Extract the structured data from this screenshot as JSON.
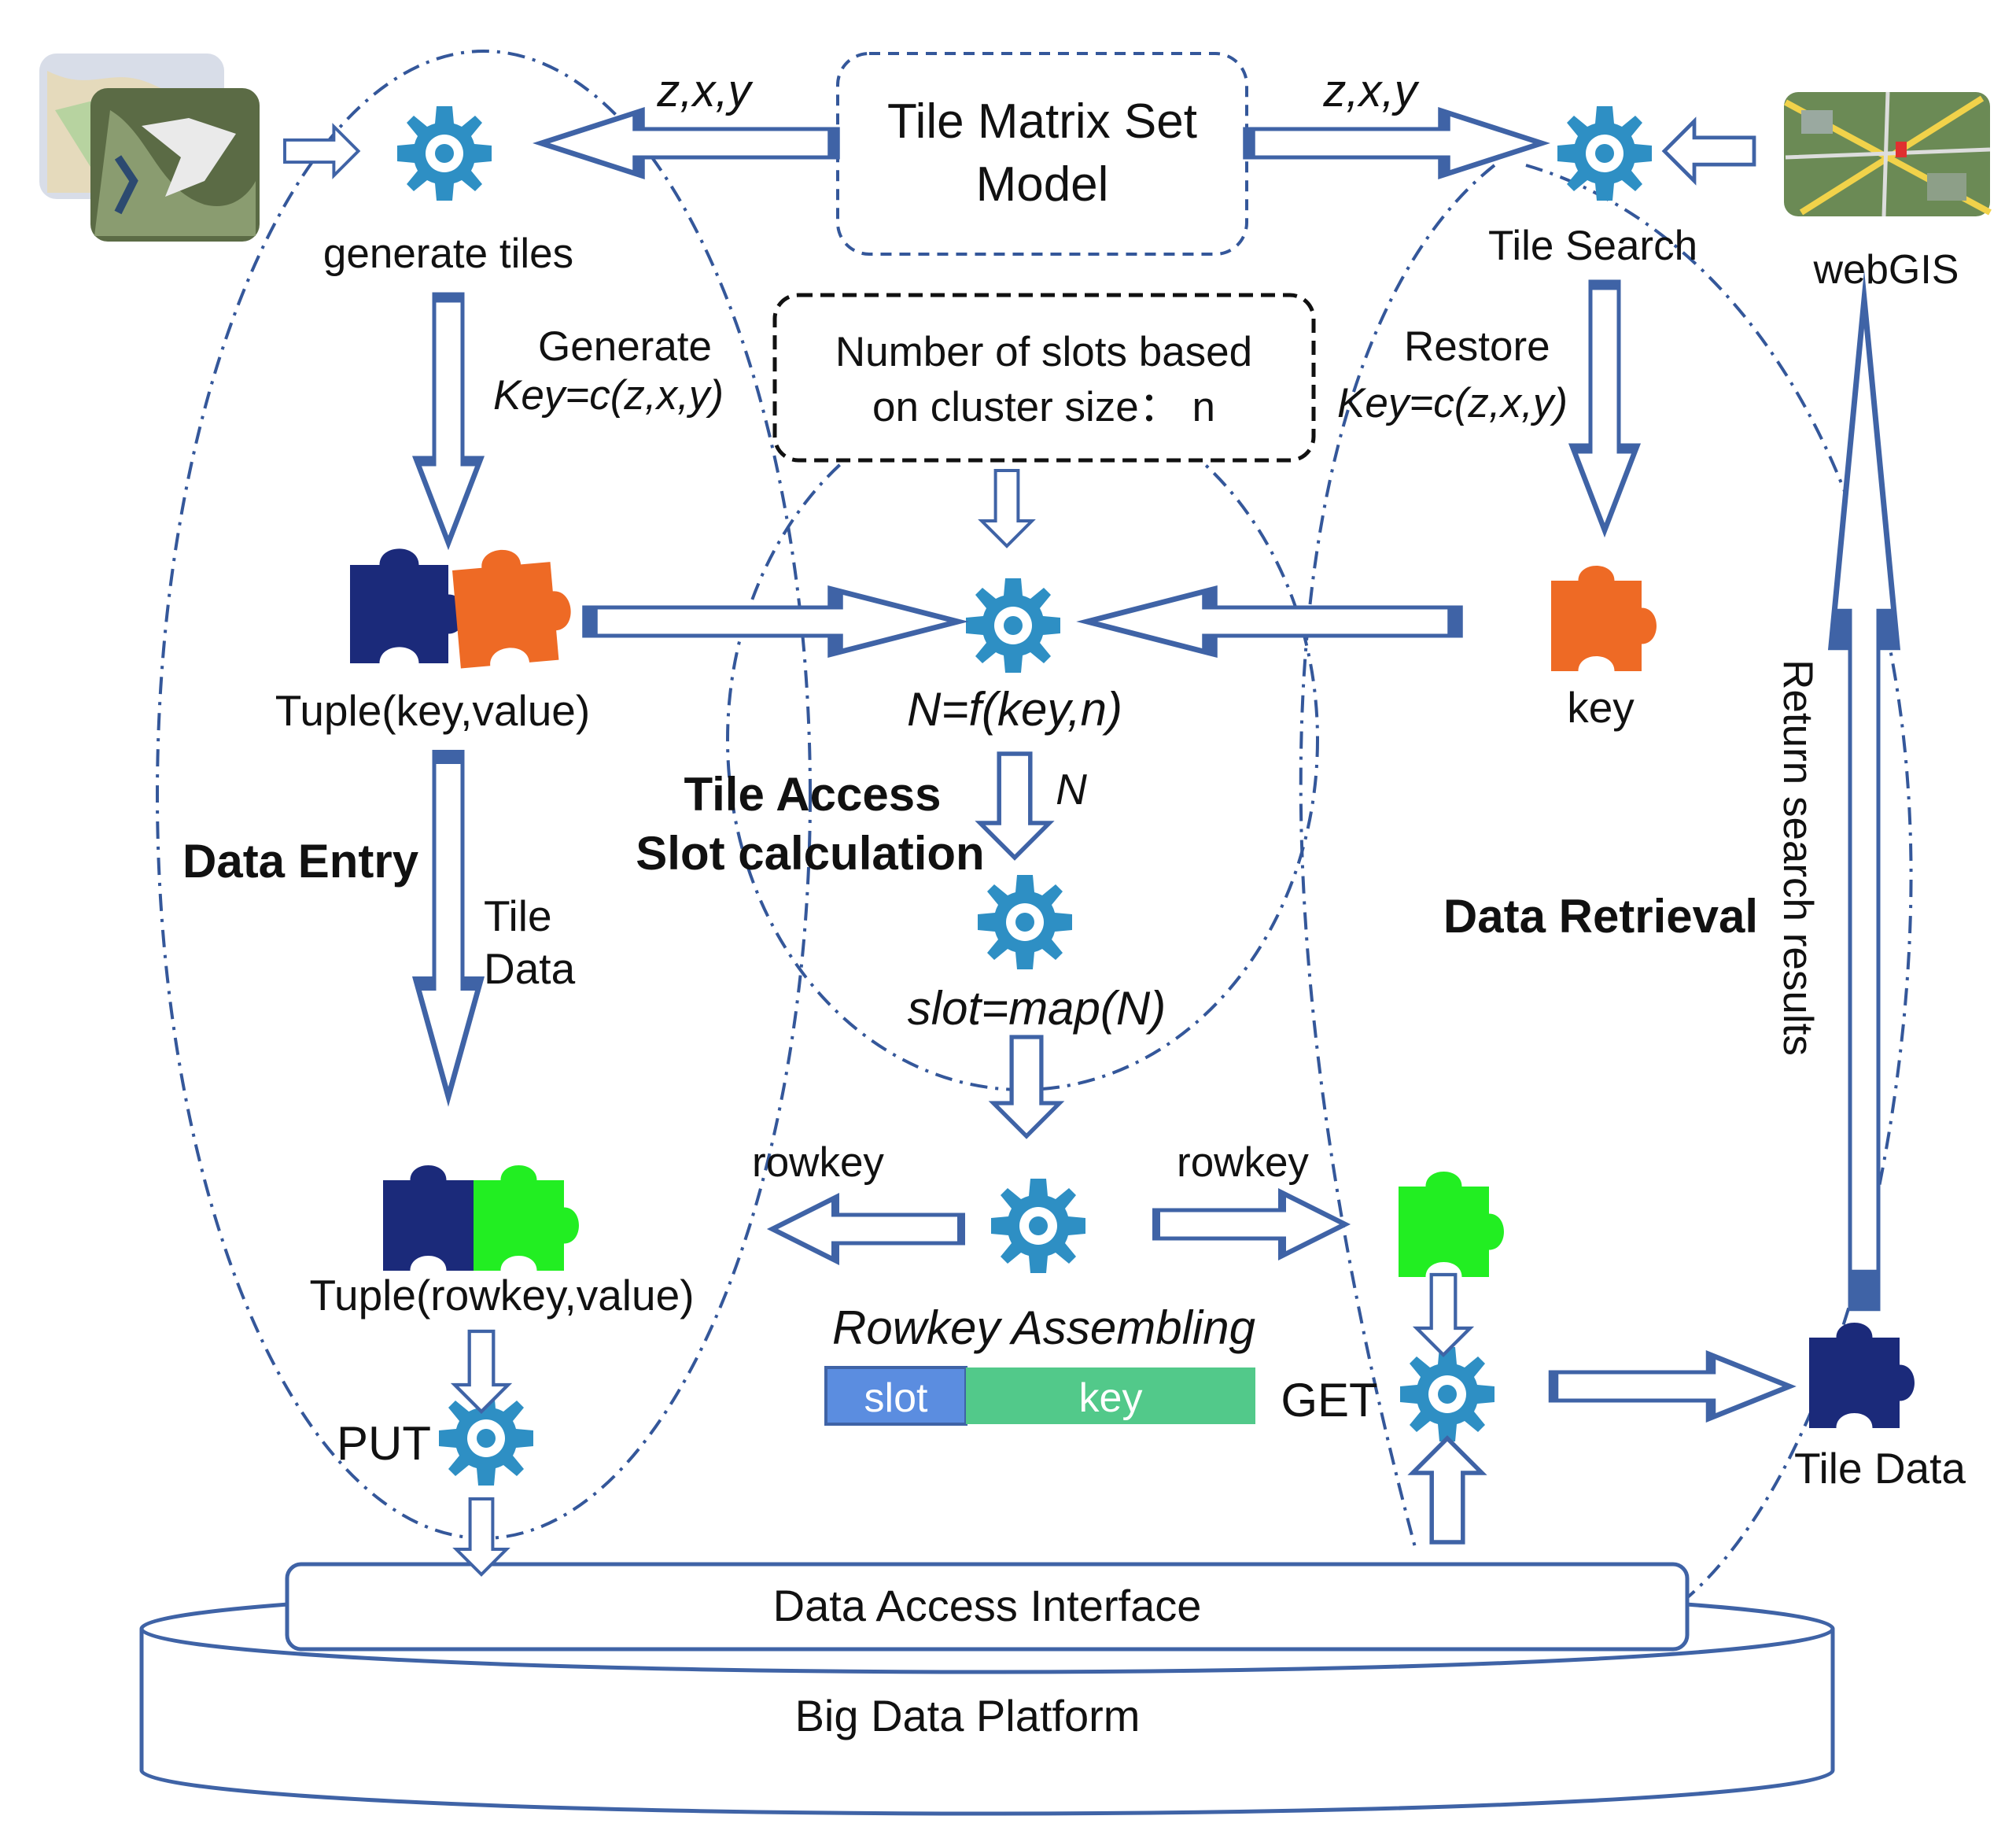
{
  "title_box": {
    "line1": "Tile Matrix Set",
    "line2": "Model"
  },
  "slots_box": {
    "line1": "Number of slots based",
    "line2": "on cluster size： n"
  },
  "labels": {
    "zxy_left": "z,x,y",
    "zxy_right": "z,x,y",
    "generate_tiles": "generate tiles",
    "tile_search": "Tile Search",
    "webgis": "webGIS",
    "generate_line1": "Generate",
    "generate_line2": "Key=c(z,x,y)",
    "restore_line1": "Restore",
    "restore_line2": "Key=c(z,x,y)",
    "tuple_key_value": "Tuple(key,value)",
    "n_formula": "N=f(key,n)",
    "key": "key",
    "n_arrow": "N",
    "tile_access_line1": "Tile Access",
    "tile_access_line2": "Slot calculation",
    "data_entry": "Data Entry",
    "tile_data_line1": "Tile",
    "tile_data_line2": "Data",
    "data_retrieval": "Data Retrieval",
    "return_results": "Return search results",
    "slot_map": "slot=map(N)",
    "rowkey_left": "rowkey",
    "rowkey_right": "rowkey",
    "tuple_rowkey_value": "Tuple(rowkey,value)",
    "rowkey_assembling": "Rowkey Assembling",
    "slot_segment": "slot",
    "key_segment": "key",
    "get": "GET",
    "put": "PUT",
    "tile_data": "Tile Data",
    "data_access_interface": "Data Access Interface",
    "big_data_platform": "Big Data Platform"
  },
  "icons": {
    "gear": "gear-icon",
    "puzzle": "puzzle-piece-icon",
    "map_thumbnails": "map-thumbnail-icon",
    "webgis_map": "webgis-map-icon"
  },
  "colors": {
    "gear": "#2e8fc4",
    "navy_puzzle": "#1b2a7a",
    "orange_puzzle": "#ee6a25",
    "green_puzzle": "#22ee22",
    "arrow_outline": "#3f63a6",
    "slot_segment": "#5b8de0",
    "key_segment": "#52c98a",
    "dash_line": "#34579a"
  }
}
